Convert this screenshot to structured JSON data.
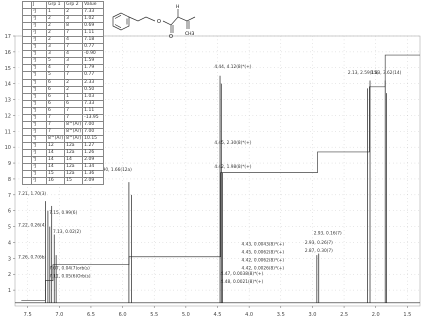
{
  "coupling_table": {
    "headers": [
      "J",
      "Grp 1",
      "Grp 2",
      "Value"
    ],
    "rows": [
      [
        "²J",
        "1",
        "2",
        "7.33"
      ],
      [
        "³J",
        "2",
        "3",
        "1.02"
      ],
      [
        "³J",
        "2",
        "8",
        "0.69"
      ],
      [
        "²J",
        "2",
        "7",
        "1.11"
      ],
      [
        "³J",
        "2",
        "4",
        "7.18"
      ],
      [
        "⁴J",
        "3",
        "7",
        "0.77"
      ],
      [
        "⁴J",
        "3",
        "4",
        "-0.90"
      ],
      [
        "³J",
        "5",
        "3",
        "1.59"
      ],
      [
        "⁴J",
        "4",
        "7",
        "1.79"
      ],
      [
        "⁴J",
        "5",
        "7",
        "0.77"
      ],
      [
        "⁴J",
        "6",
        "2",
        "2.33"
      ],
      [
        "⁴J",
        "6",
        "2",
        "0.50"
      ],
      [
        "⁴J",
        "6",
        "1",
        "1.03"
      ],
      [
        "⁴J",
        "6",
        "6",
        "7.33"
      ],
      [
        "⁴J",
        "6",
        "7",
        "1.11"
      ],
      [
        "⁴J",
        "7",
        "7",
        "-13.95"
      ],
      [
        "⁴J",
        "7",
        "8^(Ar)",
        "7.00"
      ],
      [
        "³J",
        "7",
        "8^(Ar)",
        "7.00"
      ],
      [
        "⁴J",
        "8^(Ar)",
        "8^(Ar)",
        "10.15"
      ],
      [
        "⁴J",
        "12",
        "12a",
        "1.27"
      ],
      [
        "³J",
        "14",
        "12a",
        "1.26"
      ],
      [
        "⁴J",
        "14",
        "14",
        "2.09"
      ],
      [
        "³J",
        "14",
        "12a",
        "1.34"
      ],
      [
        "⁴J",
        "15",
        "12a",
        "1.36"
      ],
      [
        "²J",
        "16",
        "15",
        "2.09"
      ]
    ]
  },
  "chart_data": {
    "type": "line",
    "xlabel": "",
    "ylabel": "",
    "xlim": [
      7.7,
      1.3
    ],
    "ylim": [
      0,
      17
    ],
    "x_ticks": [
      "7.5",
      "7.0",
      "6.5",
      "6.0",
      "5.5",
      "5.0",
      "4.5",
      "4.0",
      "3.5",
      "3.0",
      "2.5",
      "2.0",
      "1.5"
    ],
    "y_ticks": [
      "1",
      "2",
      "3",
      "4",
      "5",
      "6",
      "7",
      "8",
      "9",
      "10",
      "11",
      "12",
      "13",
      "14",
      "15",
      "16",
      "17"
    ],
    "peaks": [
      {
        "x": 7.22,
        "h": 6.6
      },
      {
        "x": 7.18,
        "h": 6.0
      },
      {
        "x": 7.15,
        "h": 5.0
      },
      {
        "x": 7.12,
        "h": 6.3
      },
      {
        "x": 7.08,
        "h": 4.5
      },
      {
        "x": 7.05,
        "h": 3.2
      },
      {
        "x": 5.9,
        "h": 7.8
      },
      {
        "x": 5.86,
        "h": 7.0
      },
      {
        "x": 4.46,
        "h": 14.5
      },
      {
        "x": 4.44,
        "h": 14.0
      },
      {
        "x": 4.42,
        "h": 8.4
      },
      {
        "x": 2.93,
        "h": 3.2
      },
      {
        "x": 2.9,
        "h": 3.3
      },
      {
        "x": 2.13,
        "h": 13.7
      },
      {
        "x": 2.09,
        "h": 14.2
      },
      {
        "x": 1.85,
        "h": 14.2
      },
      {
        "x": 1.83,
        "h": 13.4
      }
    ],
    "integral_steps": [
      {
        "x": 7.6,
        "y": 0.35
      },
      {
        "x": 7.22,
        "y": 1.6
      },
      {
        "x": 7.1,
        "y": 2.6
      },
      {
        "x": 5.9,
        "y": 3.1
      },
      {
        "x": 4.45,
        "y": 8.4
      },
      {
        "x": 2.92,
        "y": 9.7
      },
      {
        "x": 2.1,
        "y": 13.8
      },
      {
        "x": 1.85,
        "y": 15.8
      },
      {
        "x": 1.3,
        "y": 15.8
      }
    ],
    "annotations": [
      {
        "text": "4.44, 4.12(8)*(+)",
        "x": 4.55,
        "y": 15.0
      },
      {
        "text": "4.45, 2.30(8)*(+)",
        "x": 4.55,
        "y": 10.2
      },
      {
        "text": "4.42, 1.98(8)*(+)",
        "x": 4.55,
        "y": 8.7
      },
      {
        "text": "5.90, 1.66(12a)",
        "x": 6.38,
        "y": 8.5
      },
      {
        "text": "2.13, 2.59(15)",
        "x": 2.44,
        "y": 14.6
      },
      {
        "text": "1.83, 3.62(14)",
        "x": 2.08,
        "y": 14.6
      },
      {
        "text": "7.21, 1.70(3)",
        "x": 7.65,
        "y": 7.0
      },
      {
        "text": "7.15, 0.99(6)",
        "x": 7.16,
        "y": 5.8
      },
      {
        "text": "7.22, 0.26(4)",
        "x": 7.65,
        "y": 5.0
      },
      {
        "text": "7.13, 0.02(2)",
        "x": 7.1,
        "y": 4.6
      },
      {
        "text": "7.26, 0.7(6b)",
        "x": 7.65,
        "y": 3.0
      },
      {
        "text": "7.07, 0.04(7)orb(s)",
        "x": 7.16,
        "y": 2.3
      },
      {
        "text": "7.11, 0.05(6)Orb(s)",
        "x": 7.16,
        "y": 1.8
      },
      {
        "text": "2.93, 0.16(7)",
        "x": 2.98,
        "y": 4.5
      },
      {
        "text": "2.93, 0.26(7)",
        "x": 3.12,
        "y": 3.9
      },
      {
        "text": "2.87, 0.30(7)",
        "x": 3.12,
        "y": 3.4
      },
      {
        "text": "4.43, 0.0043(8)*(+)",
        "x": 4.12,
        "y": 3.8
      },
      {
        "text": "4.47, 0.0038(8)*(+)",
        "x": 4.45,
        "y": 1.95
      },
      {
        "text": "4.48, 0.0021(8)*(+)",
        "x": 4.45,
        "y": 1.45
      },
      {
        "text": "4.45, 0.0062(8)*(+)",
        "x": 4.12,
        "y": 3.3
      },
      {
        "text": "4.42, 0.0062(8)*(+)",
        "x": 4.12,
        "y": 2.8
      },
      {
        "text": "4.42, 0.0026(8)*(+)",
        "x": 4.12,
        "y": 2.3
      }
    ]
  },
  "molecule": {
    "atoms": [
      "O",
      "O",
      "CH3",
      "H"
    ]
  },
  "colors": {
    "spectrum_line": "#222222",
    "integral_line": "#444444",
    "grid_dot": "#b0b0b0",
    "annotation_line": "#666666"
  }
}
